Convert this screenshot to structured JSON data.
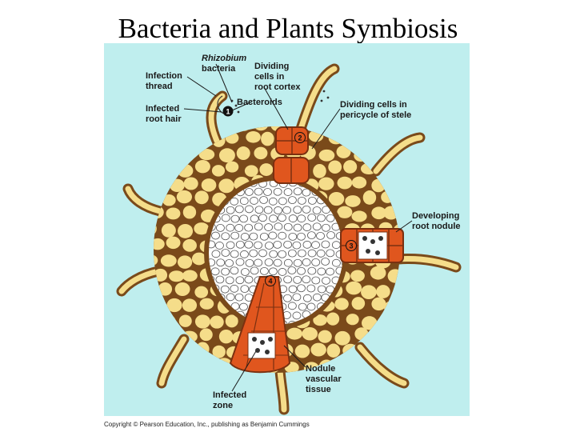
{
  "slide": {
    "title": "Bacteria and Plants Symbiosis"
  },
  "diagram": {
    "labels": {
      "rhizobium": "Rhizobium",
      "bacteria": "bacteria",
      "infection_1": "Infection",
      "infection_2": "thread",
      "dividing_cortex_1": "Dividing",
      "dividing_cortex_2": "cells in",
      "dividing_cortex_3": "root cortex",
      "bacteroids": "Bacteroids",
      "infected_hair_1": "Infected",
      "infected_hair_2": "root hair",
      "pericycle_1": "Dividing cells in",
      "pericycle_2": "pericycle of stele",
      "developing_1": "Developing",
      "developing_2": "root nodule",
      "vascular_1": "Nodule",
      "vascular_2": "vascular",
      "vascular_3": "tissue",
      "infected_zone_1": "Infected",
      "infected_zone_2": "zone"
    },
    "steps": [
      "1",
      "2",
      "3",
      "4"
    ],
    "colors": {
      "background": "#bfeeee",
      "root_brown": "#7a4a1a",
      "cell_yellow": "#f5dd8a",
      "stele_white": "#ffffff",
      "nodule_orange": "#e0561e"
    }
  },
  "footer": {
    "copyright": "Copyright © Pearson Education, Inc., publishing as Benjamin Cummings"
  }
}
